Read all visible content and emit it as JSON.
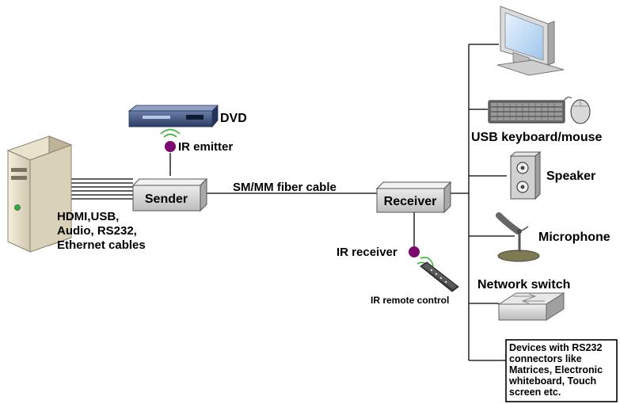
{
  "nodes": {
    "sender": "Sender",
    "receiver": "Receiver"
  },
  "labels": {
    "dvd": "DVD",
    "ir_emitter": "IR emitter",
    "fiber": "SM/MM fiber cable",
    "cables": [
      "HDMI,USB,",
      "Audio, RS232,",
      "Ethernet cables"
    ],
    "ir_receiver": "IR receiver",
    "ir_remote": "IR remote control",
    "usb_km": "USB keyboard/mouse",
    "speaker": "Speaker",
    "microphone": "Microphone",
    "network_switch": "Network switch",
    "rs232_box": [
      "Devices with RS232",
      "connectors like",
      "Matrices, Electronic",
      "whiteboard, Touch",
      "screen etc."
    ]
  },
  "icons": {
    "pc": "pc-tower-icon",
    "dvd": "dvd-player-icon",
    "monitor": "monitor-icon",
    "keyboard": "keyboard-icon",
    "mouse": "mouse-icon",
    "speaker": "speaker-icon",
    "microphone": "microphone-icon",
    "switch": "network-switch-icon",
    "remote": "remote-control-icon"
  },
  "colors": {
    "ir_dot": "#7a0a6e",
    "wave": "#3cb43c",
    "box_face": "#d8d8d8"
  }
}
